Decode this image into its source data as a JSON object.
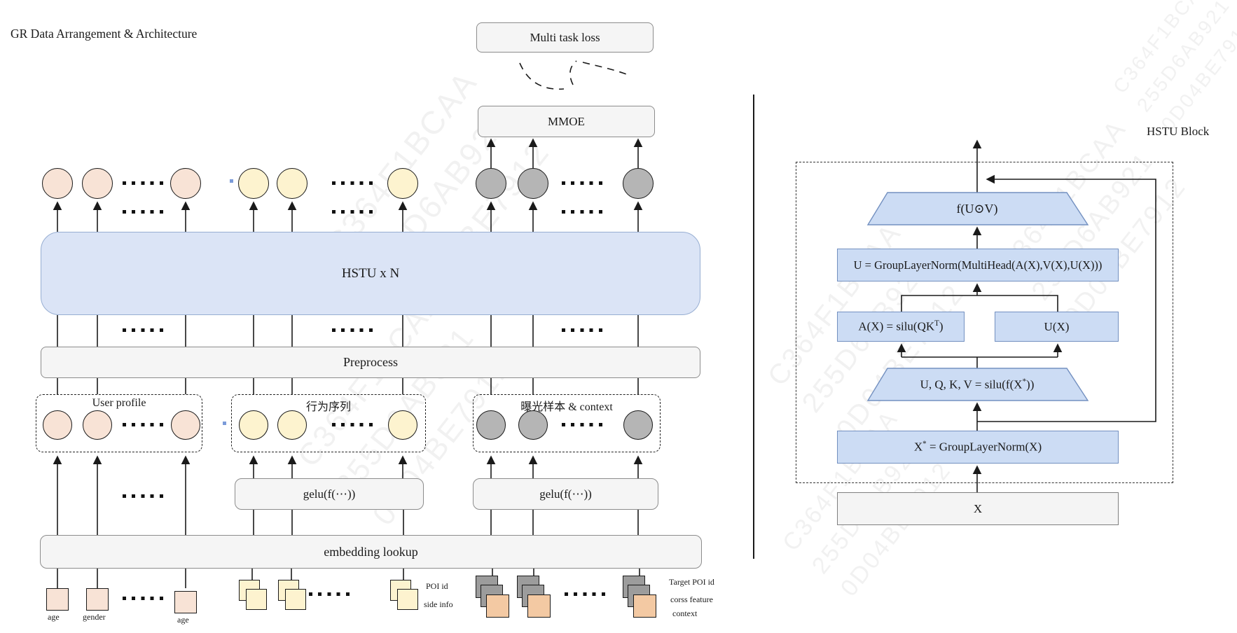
{
  "title": "GR Data Arrangement & Architecture",
  "watermark": {
    "line1": "C364F1BCAA",
    "line2": "255D6AB921",
    "line3": "0D04BE7912"
  },
  "left": {
    "multi_task_loss": "Multi task loss",
    "mmoe": "MMOE",
    "hstu": "HSTU x N",
    "preprocess": "Preprocess",
    "groups": {
      "user_profile": "User profile",
      "behavior_sequence": "行为序列",
      "exposure_context": "曝光样本 & context"
    },
    "gelu": "gelu(f(⋯))",
    "embedding": "embedding lookup",
    "features": {
      "age1": "age",
      "gender": "gender",
      "age2": "age",
      "poi_id": "POI id",
      "side_info": "side info",
      "target_poi_id": "Target POI id",
      "corss_feature": "corss feature",
      "context": "context"
    }
  },
  "right": {
    "panel_label": "HSTU Block",
    "f_uv": "f(U⊙V)",
    "u_norm": "U = GroupLayerNorm(MultiHead(A(X),V(X),U(X)))",
    "ax_main": "A(X) = silu(QK",
    "ax_sup": "T",
    "ax_close": ")",
    "ux": "U(X)",
    "uqkv_main": "U, Q, K, V = silu(f(X",
    "uqkv_sup": "*",
    "uqkv_close": "))",
    "xstar_main": "X",
    "xstar_sup": "*",
    "xstar_rest": " = GroupLayerNorm(X)",
    "x": "X"
  }
}
